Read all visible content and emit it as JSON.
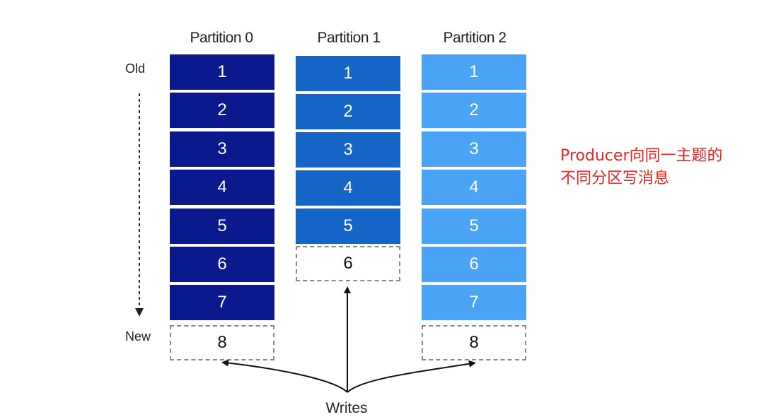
{
  "partitions": [
    {
      "label": "Partition 0",
      "cells": [
        "1",
        "2",
        "3",
        "4",
        "5",
        "6",
        "7"
      ],
      "next": "8"
    },
    {
      "label": "Partition 1",
      "cells": [
        "1",
        "2",
        "3",
        "4",
        "5"
      ],
      "next": "6"
    },
    {
      "label": "Partition 2",
      "cells": [
        "1",
        "2",
        "3",
        "4",
        "5",
        "6",
        "7"
      ],
      "next": "8"
    }
  ],
  "axis": {
    "old": "Old",
    "new": "New"
  },
  "writes_label": "Writes",
  "annotation": {
    "line1": "Producer向同一主题的",
    "line2": "不同分区写消息"
  },
  "colors": {
    "partition0": "#0a1a8c",
    "partition1": "#1565c7",
    "partition2": "#4aa3f5",
    "annotation": "#e8251f"
  }
}
